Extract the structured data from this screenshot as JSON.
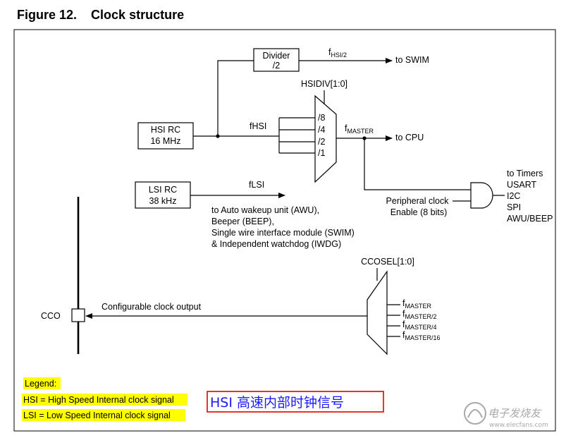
{
  "figure": {
    "number": "Figure 12.",
    "title": "Clock structure"
  },
  "blocks": {
    "hsi_rc": {
      "line1": "HSI RC",
      "line2": "16 MHz"
    },
    "lsi_rc": {
      "line1": "LSI RC",
      "line2": "38 kHz"
    },
    "divider": {
      "line1": "Divider",
      "line2": "/2"
    },
    "cco": "CCO"
  },
  "signals": {
    "fhsi2": {
      "f": "f",
      "sub": "HSI/2"
    },
    "to_swim": "to SWIM",
    "hsidiv": "HSIDIV[1:0]",
    "fhsi": "fHSI",
    "mux_inputs": [
      "/8",
      "/4",
      "/2",
      "/1"
    ],
    "fmaster": {
      "f": "f",
      "sub": "MASTER"
    },
    "to_cpu": "to CPU",
    "flsi": "fLSI",
    "lsi_targets": [
      "to Auto wakeup unit (AWU),",
      "Beeper (BEEP),",
      "Single wire interface module (SWIM)",
      "& Independent watchdog (IWDG)"
    ],
    "peripheral_clock": [
      "Peripheral clock",
      "Enable (8 bits)"
    ],
    "timers_targets": [
      "to Timers",
      "USART",
      "I2C",
      "SPI",
      "AWU/BEEP"
    ],
    "ccosel": "CCOSEL[1:0]",
    "cco_inputs": [
      {
        "f": "f",
        "sub": "MASTER"
      },
      {
        "f": "f",
        "sub": "MASTER/2"
      },
      {
        "f": "f",
        "sub": "MASTER/4"
      },
      {
        "f": "f",
        "sub": "MASTER/16"
      }
    ],
    "configurable_output": "Configurable clock output"
  },
  "legend": {
    "title": "Legend:",
    "items": [
      "HSI = High Speed Internal clock signal",
      "LSI = Low Speed Internal clock signal"
    ],
    "highlight_color": "#ffff00"
  },
  "annotation": {
    "text": "HSI 高速内部时钟信号",
    "border_color": "#e00000",
    "text_color": "#1a1aff"
  },
  "watermark": {
    "cn": "电子发烧友",
    "url": "www.elecfans.com"
  }
}
